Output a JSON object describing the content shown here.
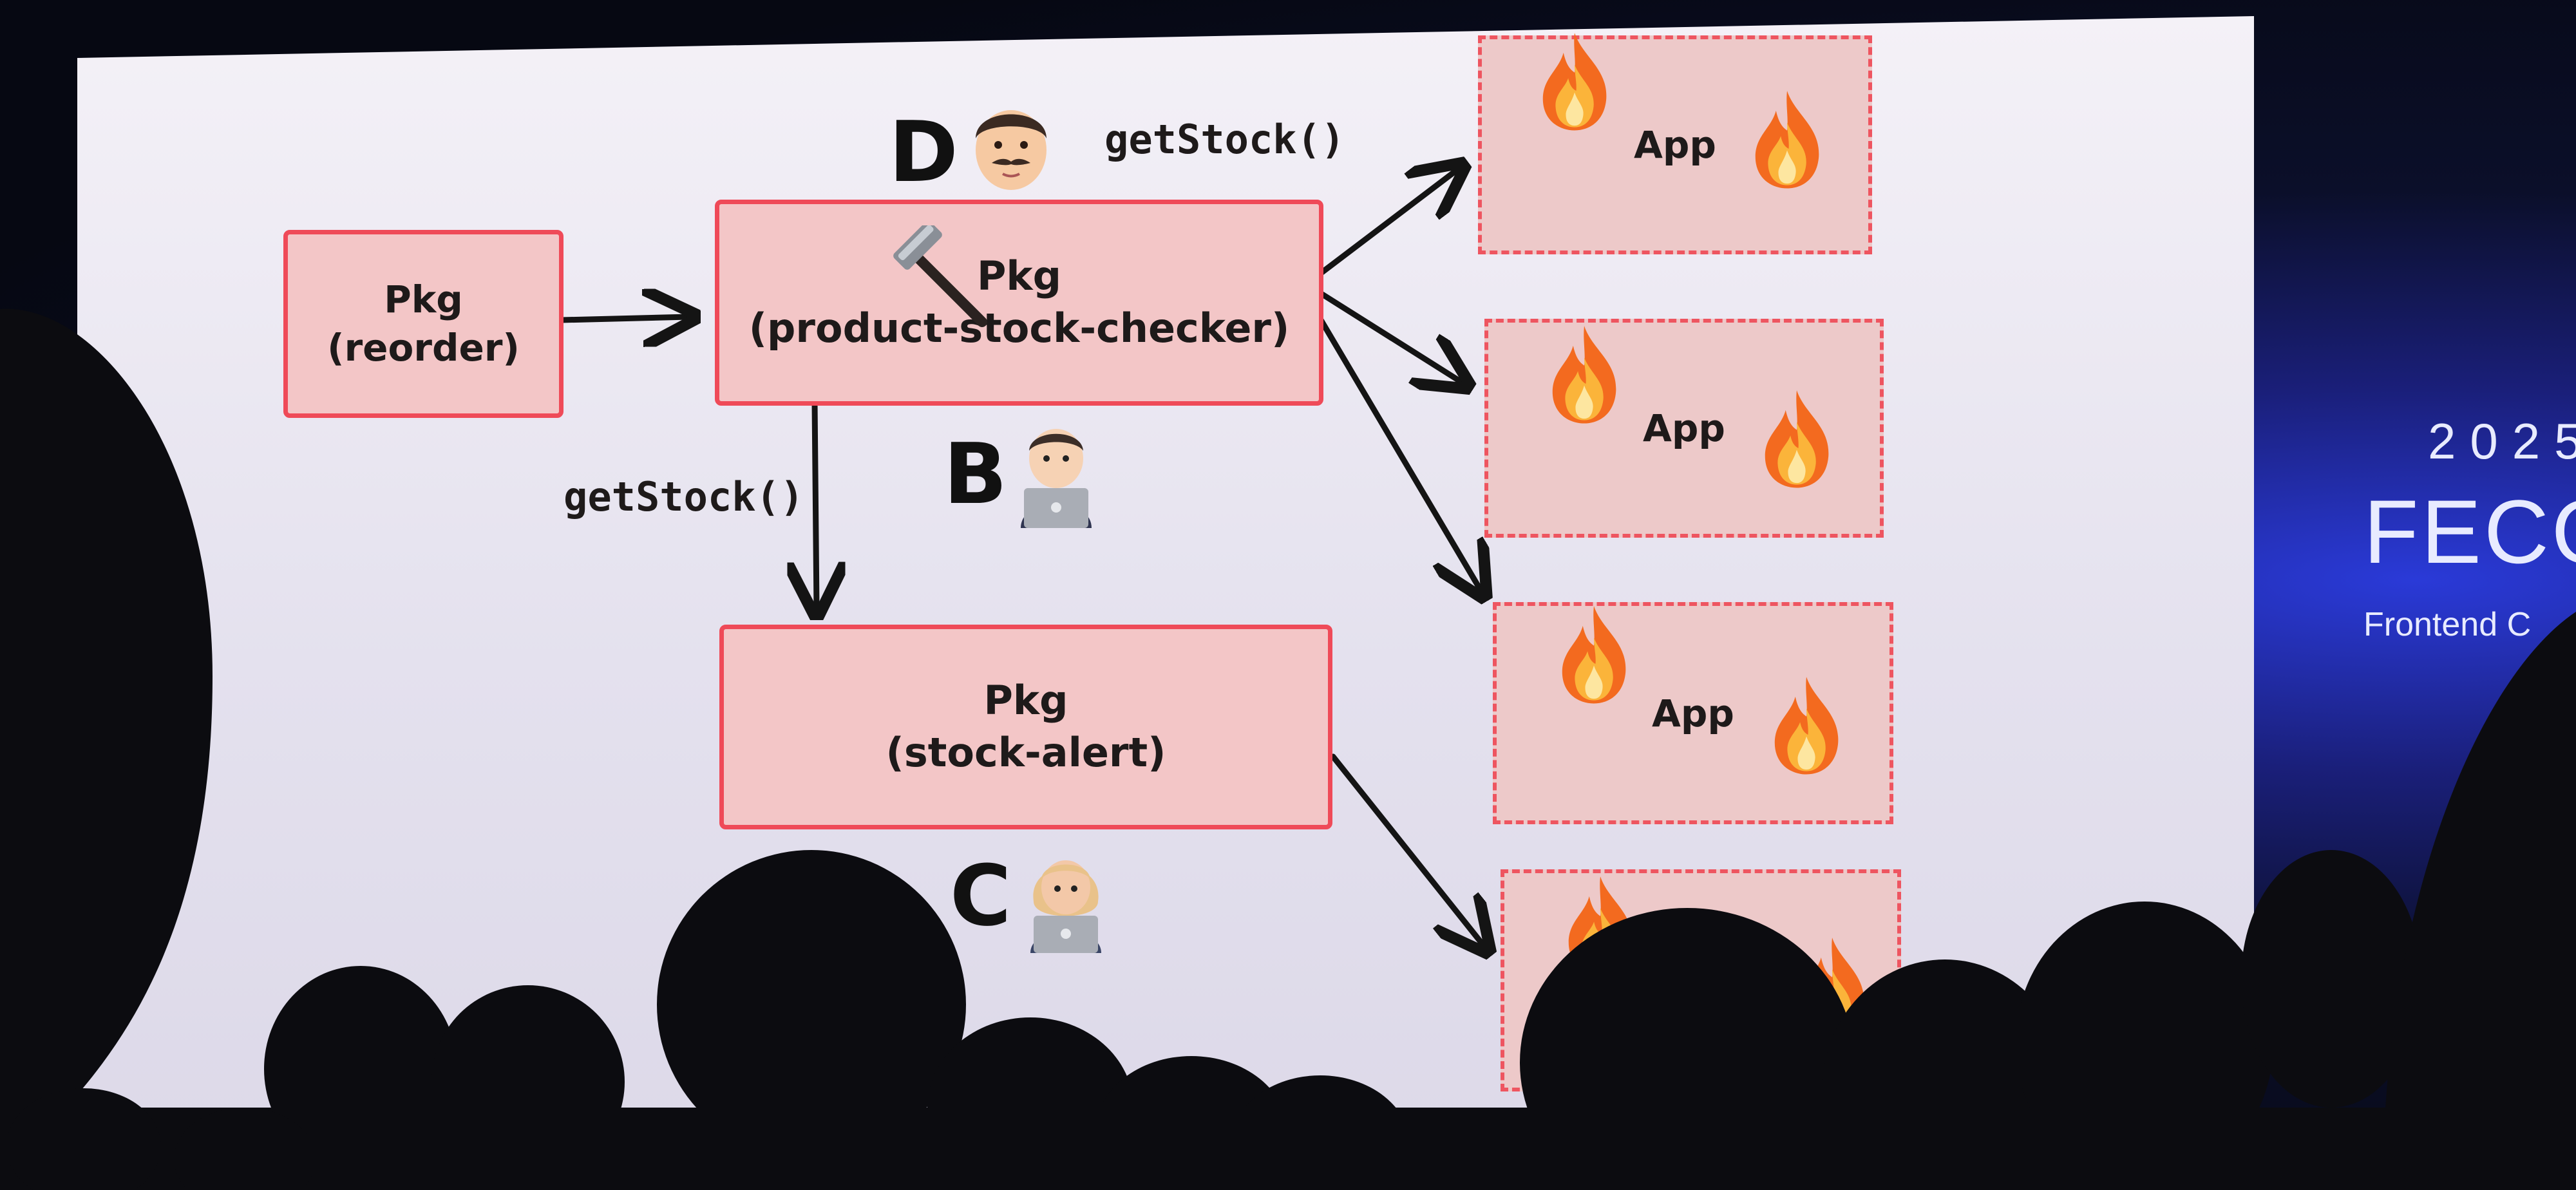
{
  "slide": {
    "boxes": {
      "reorder": "Pkg\n(reorder)",
      "checker": "Pkg\n(product-stock-checker)",
      "alert": "Pkg\n(stock-alert)"
    },
    "apps": [
      "App",
      "App",
      "App"
    ],
    "calls": {
      "top": "getStock()",
      "left": "getStock()"
    },
    "people": {
      "d": "D",
      "b": "B",
      "c": "C"
    }
  },
  "conference": {
    "year": "2025",
    "name": "FECO",
    "subtitle": "Frontend C"
  },
  "colors": {
    "box_fill": "#f3c6c7",
    "box_border": "#ef4a58",
    "slide_bg": "#e8e5f0",
    "accent_blue": "#2a3ad8"
  }
}
